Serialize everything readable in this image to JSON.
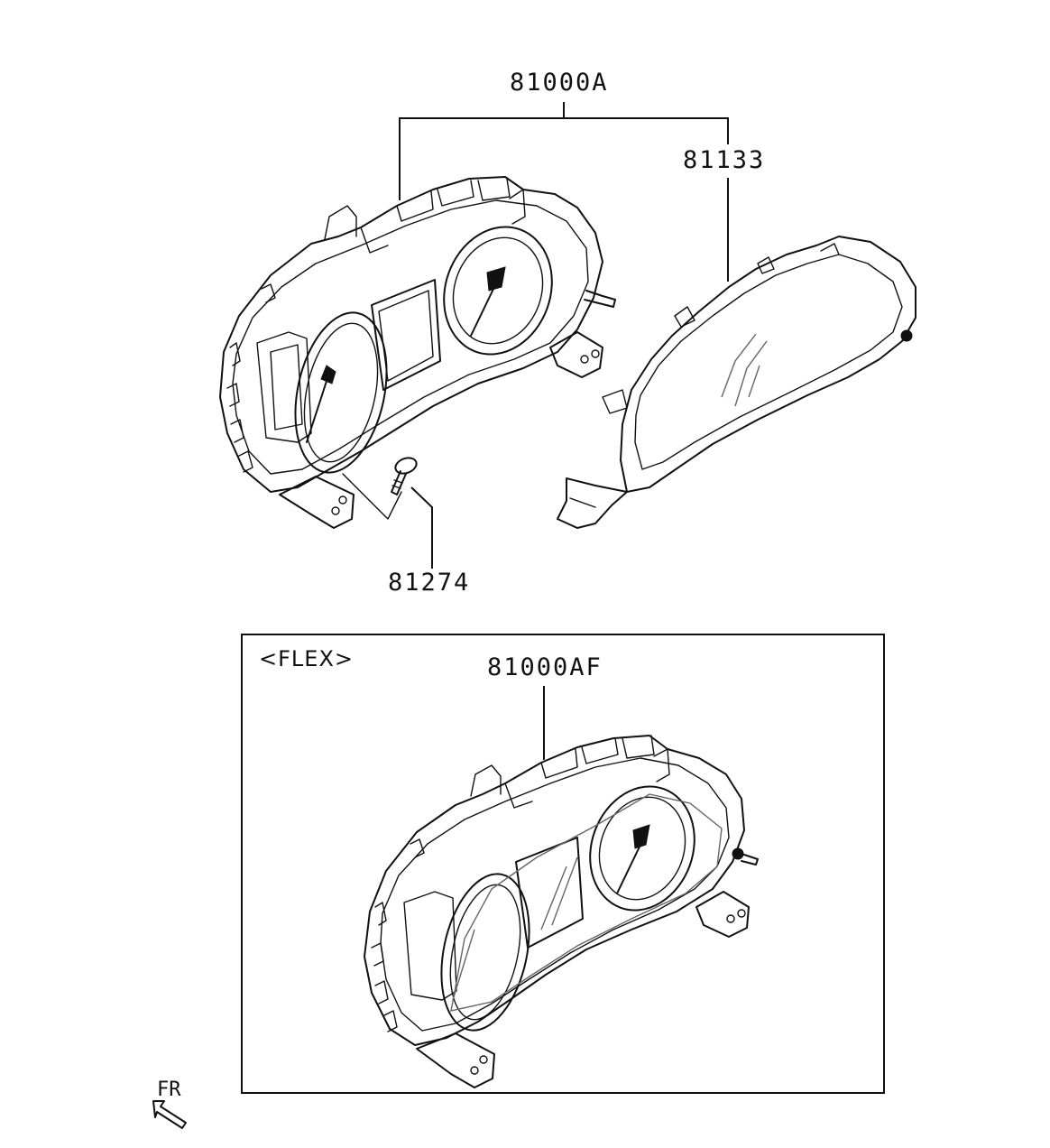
{
  "labels": {
    "cluster_assembly": "81000A",
    "lens": "81133",
    "screw": "81274",
    "flex_cluster": "81000AF"
  },
  "flex_box": {
    "title": "<FLEX>"
  },
  "direction": {
    "label": "FR"
  }
}
